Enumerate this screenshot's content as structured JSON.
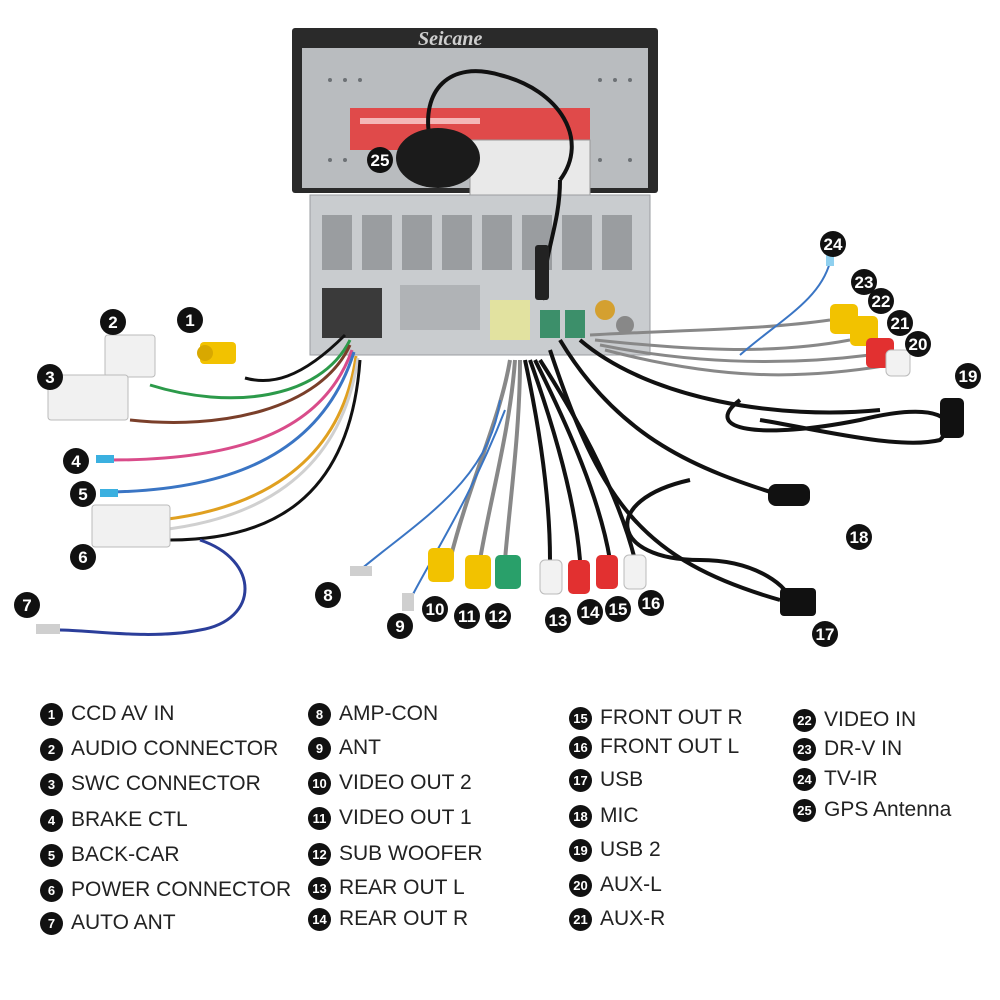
{
  "brand": "Seicane",
  "legend": [
    {
      "n": "1",
      "label": "CCD AV IN"
    },
    {
      "n": "2",
      "label": "AUDIO CONNECTOR"
    },
    {
      "n": "3",
      "label": "SWC CONNECTOR"
    },
    {
      "n": "4",
      "label": "BRAKE CTL"
    },
    {
      "n": "5",
      "label": "BACK-CAR"
    },
    {
      "n": "6",
      "label": "POWER CONNECTOR"
    },
    {
      "n": "7",
      "label": "AUTO ANT"
    },
    {
      "n": "8",
      "label": "AMP-CON"
    },
    {
      "n": "9",
      "label": "ANT"
    },
    {
      "n": "10",
      "label": "VIDEO OUT 2"
    },
    {
      "n": "11",
      "label": "VIDEO OUT 1"
    },
    {
      "n": "12",
      "label": "SUB WOOFER"
    },
    {
      "n": "13",
      "label": "REAR OUT L"
    },
    {
      "n": "14",
      "label": "REAR OUT R"
    },
    {
      "n": "15",
      "label": "FRONT OUT R"
    },
    {
      "n": "16",
      "label": "FRONT OUT L"
    },
    {
      "n": "17",
      "label": "USB"
    },
    {
      "n": "18",
      "label": "MIC"
    },
    {
      "n": "19",
      "label": "USB 2"
    },
    {
      "n": "20",
      "label": "AUX-L"
    },
    {
      "n": "21",
      "label": "AUX-R"
    },
    {
      "n": "22",
      "label": "VIDEO IN"
    },
    {
      "n": "23",
      "label": "DR-V IN"
    },
    {
      "n": "24",
      "label": "TV-IR"
    },
    {
      "n": "25",
      "label": "GPS Antenna"
    }
  ],
  "callouts": [
    "1",
    "2",
    "3",
    "4",
    "5",
    "6",
    "7",
    "8",
    "9",
    "10",
    "11",
    "12",
    "13",
    "14",
    "15",
    "16",
    "17",
    "18",
    "19",
    "20",
    "21",
    "22",
    "23",
    "24",
    "25"
  ]
}
